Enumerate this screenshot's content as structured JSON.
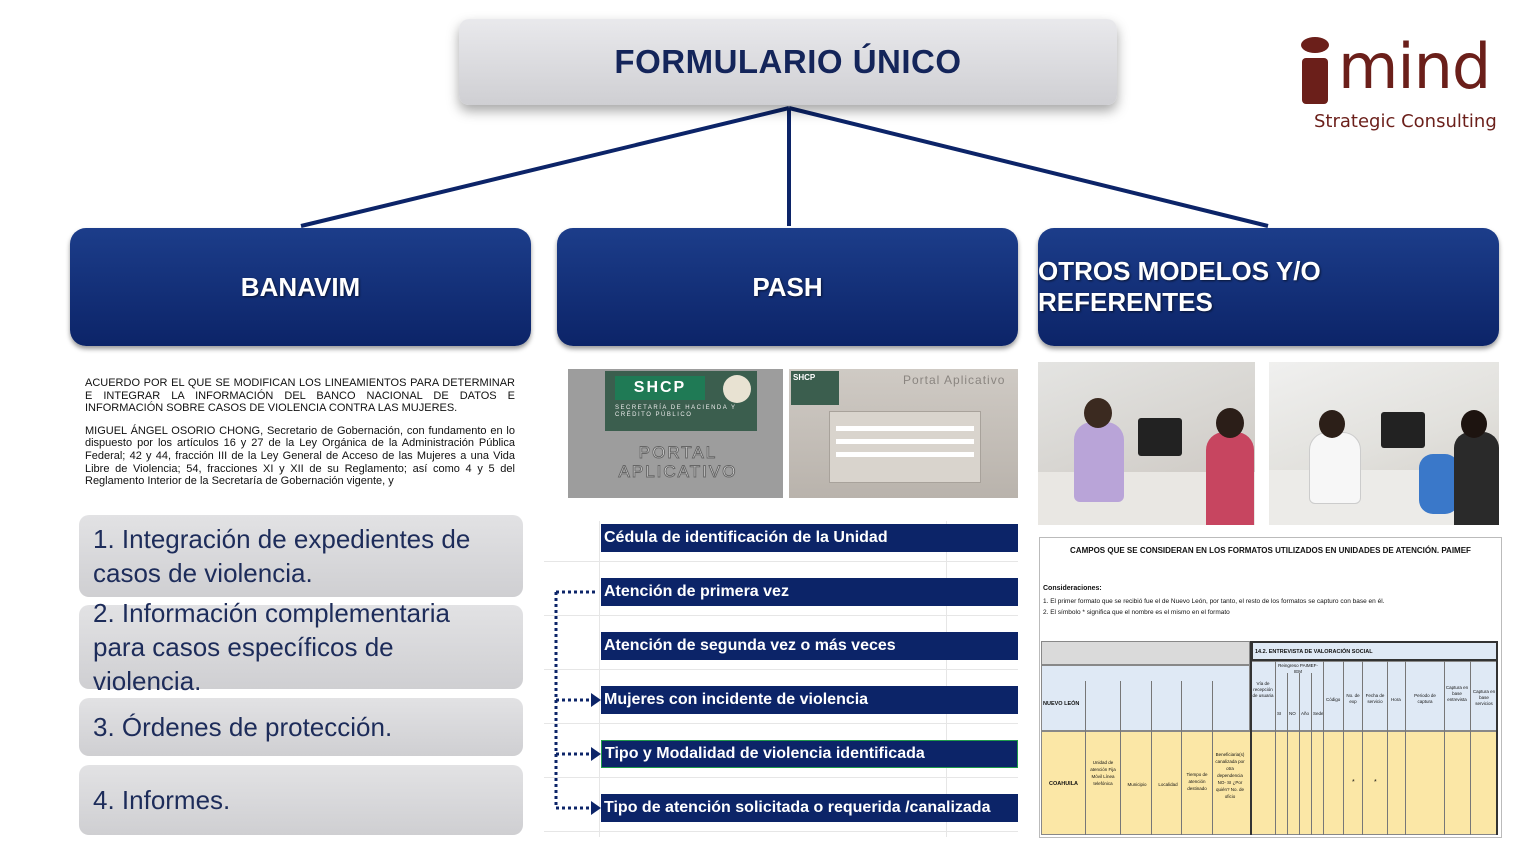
{
  "title": "FORMULARIO ÚNICO",
  "logo": {
    "word": "mind",
    "tagline": "Strategic Consulting",
    "color": "#6b1f1a"
  },
  "columns": [
    {
      "label": "BANAVIM"
    },
    {
      "label": "PASH"
    },
    {
      "label": "OTROS MODELOS Y/O REFERENTES"
    }
  ],
  "banavim": {
    "doc_heading": "ACUERDO POR EL QUE SE MODIFICAN LOS LINEAMIENTOS PARA DETERMINAR E INTEGRAR LA INFORMACIÓN DEL BANCO NACIONAL DE DATOS E INFORMACIÓN SOBRE CASOS DE VIOLENCIA CONTRA LAS MUJERES.",
    "doc_body": "MIGUEL ÁNGEL OSORIO CHONG, Secretario de Gobernación, con fundamento en lo dispuesto por los artículos 16 y 27 de la Ley Orgánica de la Administración Pública Federal; 42 y 44, fracción III de la Ley General de Acceso de las Mujeres a una Vida Libre de Violencia; 54, fracciones XI y XII de su Reglamento; así como 4 y 5 del Reglamento Interior de la Secretaría de Gobernación vigente, y",
    "items": [
      "1. Integración de expedientes de casos de violencia.",
      "2. Información complementaria para casos específicos de violencia.",
      "3. Órdenes de protección.",
      "4. Informes."
    ]
  },
  "pash": {
    "shcp_logo": "SHCP",
    "shcp_subtitle": "SECRETARÍA DE HACIENDA Y CRÉDITO PÚBLICO",
    "portal_text": "PORTAL APLICATIVO",
    "portal_screen_title": "Portal Aplicativo",
    "portal_screen_logo": "SHCP",
    "rows": [
      "Cédula de identificación de la Unidad",
      "Atención de primera vez",
      "Atención de segunda vez o más veces",
      "Mujeres con incidente de violencia",
      "Tipo y Modalidad de violencia identificada",
      "Tipo de atención solicitada o requerida /canalizada"
    ]
  },
  "otros": {
    "table_title": "CAMPOS QUE SE CONSIDERAN EN LOS FORMATOS UTILIZADOS EN UNIDADES DE ATENCIÓN. PAIMEF",
    "considerations_label": "Consideraciones:",
    "considerations": [
      "1. El primer formato que se recibió fue el de Nuevo León, por tanto, el resto de los formatos se capturo con base en él.",
      "2. El símbolo * significa que el nombre es el mismo en el formato"
    ],
    "section_header": "14.2. ENTREVISTA DE VALORACIÓN SOCIAL",
    "state_1": "NUEVO LEÓN",
    "state_2": "COAHUILA",
    "col_headers": [
      "Vía de recepción de usuaria",
      "Reingreso PAIMEF-IEM",
      "SI",
      "NO",
      "Año",
      "Sede",
      "Código",
      "No. de exp",
      "Fecha de servicio",
      "Hora",
      "Periodo de captura",
      "Captura en base entrevista",
      "Captura en base servicios"
    ],
    "coahuila_cells": [
      "Unidad de atención Fija Móvil Línea telefónica",
      "Municipio",
      "Localidad",
      "Tiempo de atención destinado",
      "Beneficiaria(s) canalizada por otra dependencia NO- SI ¿Por quién? No. de oficio"
    ],
    "marks": [
      "*",
      "*"
    ]
  }
}
